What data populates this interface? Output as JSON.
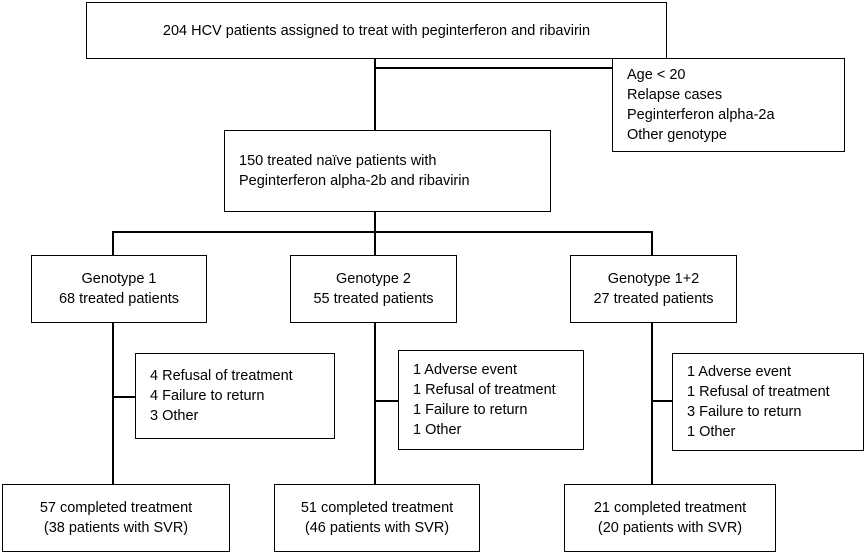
{
  "diagram": {
    "title": "HCV treatment patient flow diagram",
    "type": "flowchart",
    "background_color": "#ffffff",
    "line_color": "#000000",
    "text_color": "#000000"
  },
  "nodes": {
    "enrolled": {
      "lines": [
        "204 HCV patients assigned to treat with peginterferon and ribavirin"
      ]
    },
    "excluded": {
      "lines": [
        "Age < 20",
        "Relapse cases",
        "Peginterferon alpha-2a",
        "Other genotype"
      ]
    },
    "treated_naive": {
      "lines": [
        "150 treated naïve patients with",
        "Peginterferon alpha-2b and ribavirin"
      ]
    },
    "genotype_1": {
      "lines": [
        "Genotype 1",
        "68 treated patients"
      ]
    },
    "genotype_2": {
      "lines": [
        "Genotype 2",
        "55 treated patients"
      ]
    },
    "genotype_1_2": {
      "lines": [
        "Genotype 1+2",
        "27 treated patients"
      ]
    },
    "dropout_1": {
      "lines": [
        "4 Refusal of treatment",
        "4 Failure to return",
        "3 Other"
      ]
    },
    "dropout_2": {
      "lines": [
        "1 Adverse event",
        "1 Refusal of treatment",
        "1 Failure to return",
        "1 Other"
      ]
    },
    "dropout_1_2": {
      "lines": [
        "1 Adverse event",
        "1 Refusal of treatment",
        "3 Failure to return",
        "1 Other"
      ]
    },
    "completed_1": {
      "lines": [
        "57 completed treatment",
        "(38 patients with SVR)"
      ]
    },
    "completed_2": {
      "lines": [
        "51 completed treatment",
        "(46 patients with SVR)"
      ]
    },
    "completed_1_2": {
      "lines": [
        "21 completed treatment",
        "(20 patients with SVR)"
      ]
    }
  },
  "chart_data": {
    "type": "flowchart",
    "title": "HCV patients assigned to peginterferon and ribavirin treatment flow",
    "assigned_total": 204,
    "treated_naive_total": 150,
    "excluded_reasons": [
      "Age < 20",
      "Relapse cases",
      "Peginterferon alpha-2a",
      "Other genotype"
    ],
    "arms": [
      {
        "genotype": "Genotype 1",
        "treated": 68,
        "dropouts": [
          {
            "reason": "Refusal of treatment",
            "count": 4
          },
          {
            "reason": "Failure to return",
            "count": 4
          },
          {
            "reason": "Other",
            "count": 3
          }
        ],
        "completed": 57,
        "svr": 38
      },
      {
        "genotype": "Genotype 2",
        "treated": 55,
        "dropouts": [
          {
            "reason": "Adverse event",
            "count": 1
          },
          {
            "reason": "Refusal of treatment",
            "count": 1
          },
          {
            "reason": "Failure to return",
            "count": 1
          },
          {
            "reason": "Other",
            "count": 1
          }
        ],
        "completed": 51,
        "svr": 46
      },
      {
        "genotype": "Genotype 1+2",
        "treated": 27,
        "dropouts": [
          {
            "reason": "Adverse event",
            "count": 1
          },
          {
            "reason": "Refusal of treatment",
            "count": 1
          },
          {
            "reason": "Failure to return",
            "count": 3
          },
          {
            "reason": "Other",
            "count": 1
          }
        ],
        "completed": 21,
        "svr": 20
      }
    ]
  }
}
